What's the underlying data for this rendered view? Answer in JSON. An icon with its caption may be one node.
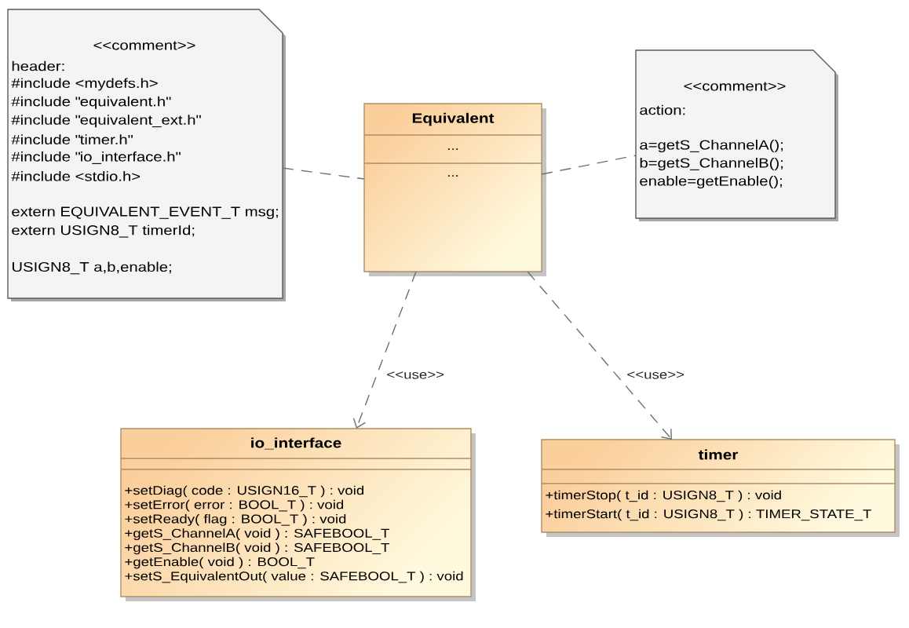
{
  "diagram": {
    "nodes": [
      {
        "text": [
          "<<comment>>",
          "header:",
          "#include <mydefs.h>",
          "#include \"equivalent.h\"",
          "#include \"equivalent_ext.h\"",
          "#include \"timer.h\"",
          "#include \"io_interface.h\"",
          "#include <stdio.h>",
          "extern EQUIVALENT_EVENT_T msg;",
          "extern USIGN8_T timerId;",
          "USIGN8_T a,b,enable;"
        ]
      },
      {
        "text": [
          "Equivalent",
          "...",
          "..."
        ]
      },
      {
        "text": [
          "<<comment>>",
          "action:",
          "a=getS_ChannelA();",
          "b=getS_ChannelB();",
          "enable=getEnable();"
        ]
      },
      {
        "text": [
          "io_interface",
          "+setDiag( code : USIGN16_T ) : void",
          "+setError( error : BOOL_T ) : void",
          "+setReady( flag : BOOL_T ) : void",
          "+getS_ChannelA( void ) : SAFEBOOL_T",
          "+getS_ChannelB( void ) : SAFEBOOL_T",
          "+getEnable( void ) : BOOL_T",
          "+setS_EquivalentOut( value : SAFEBOOL_T ) : void"
        ]
      },
      {
        "text": [
          "timer",
          "+timerStop( t_id : USIGN8_T ) : void",
          "+timerStart( t_id : USIGN8_T ) : TIMER_STATE_T"
        ]
      }
    ],
    "edges": [
      {
        "from": 0,
        "to": 1,
        "arrow": "none",
        "style": "dashed"
      },
      {
        "from": 1,
        "to": 2,
        "arrow": "none",
        "style": "dashed"
      },
      {
        "from": 1,
        "to": 3,
        "arrow": "to",
        "style": "dashed",
        "label": "<<use>>"
      },
      {
        "from": 1,
        "to": 4,
        "arrow": "to",
        "style": "dashed",
        "label": "<<use>>"
      }
    ]
  }
}
